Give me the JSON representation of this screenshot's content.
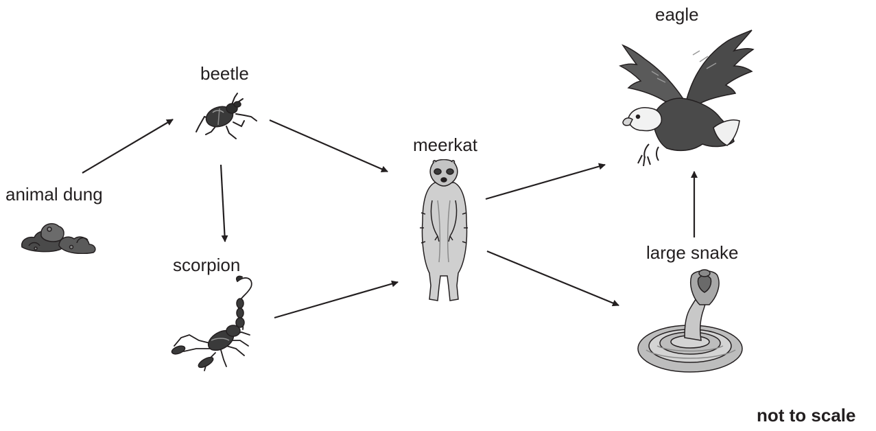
{
  "organisms": {
    "dung": {
      "label": "animal dung",
      "icon": "animal-dung-icon"
    },
    "beetle": {
      "label": "beetle",
      "icon": "beetle-icon"
    },
    "scorpion": {
      "label": "scorpion",
      "icon": "scorpion-icon"
    },
    "meerkat": {
      "label": "meerkat",
      "icon": "meerkat-icon"
    },
    "eagle": {
      "label": "eagle",
      "icon": "eagle-icon"
    },
    "snake": {
      "label": "large snake",
      "icon": "cobra-icon"
    }
  },
  "links": [
    {
      "from": "animal dung",
      "to": "beetle"
    },
    {
      "from": "beetle",
      "to": "scorpion"
    },
    {
      "from": "beetle",
      "to": "meerkat"
    },
    {
      "from": "scorpion",
      "to": "meerkat"
    },
    {
      "from": "meerkat",
      "to": "eagle"
    },
    {
      "from": "meerkat",
      "to": "large snake"
    },
    {
      "from": "large snake",
      "to": "eagle"
    }
  ],
  "note": "not to scale",
  "colors": {
    "ink": "#231f20",
    "fur": "#bdbdbd",
    "shell": "#3a3a3a"
  }
}
